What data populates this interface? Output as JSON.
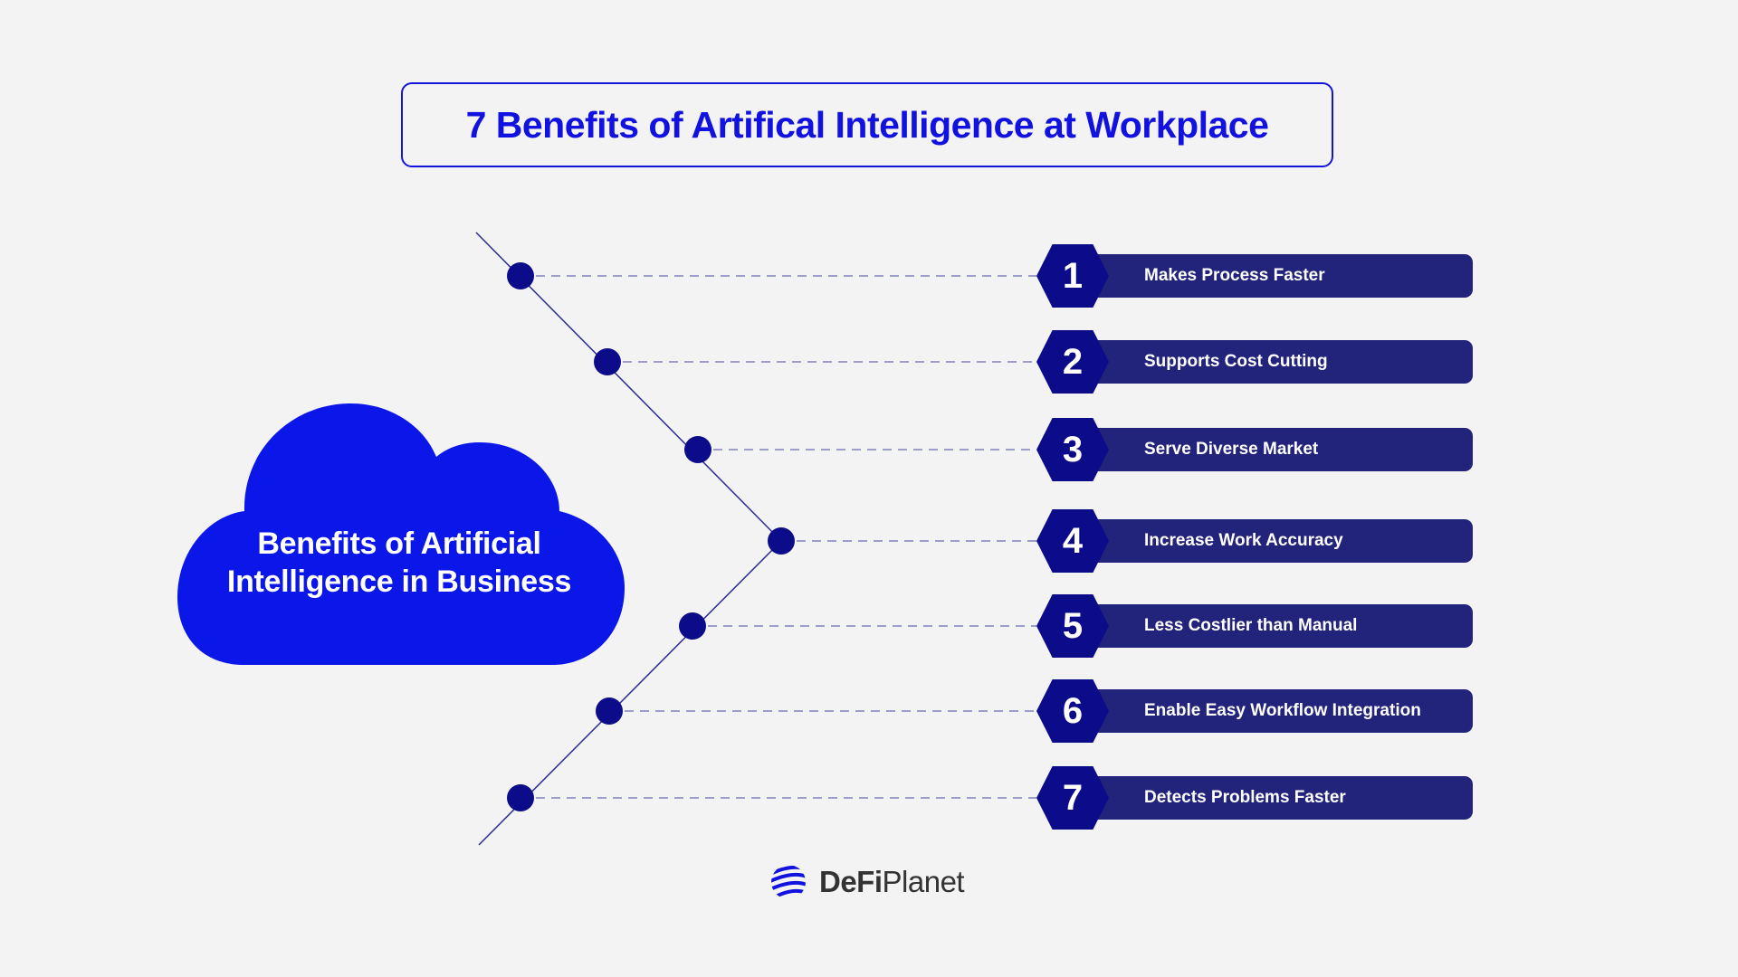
{
  "title": "7 Benefits of Artifical Intelligence at Workplace",
  "center": {
    "line1": "Benefits of Artificial",
    "line2": "Intelligence in Business"
  },
  "benefits": [
    {
      "number": "1",
      "label": "Makes Process Faster"
    },
    {
      "number": "2",
      "label": "Supports Cost Cutting"
    },
    {
      "number": "3",
      "label": "Serve Diverse Market"
    },
    {
      "number": "4",
      "label": "Increase Work Accuracy"
    },
    {
      "number": "5",
      "label": "Less Costlier than Manual"
    },
    {
      "number": "6",
      "label": "Enable Easy Workflow Integration"
    },
    {
      "number": "7",
      "label": "Detects Problems Faster"
    }
  ],
  "logo": {
    "bold": "DeFi",
    "rest": "Planet"
  },
  "colors": {
    "accent": "#1212e0",
    "cloud": "#0b17e8",
    "bar": "#22237a",
    "hex": "#0c0c8a"
  }
}
